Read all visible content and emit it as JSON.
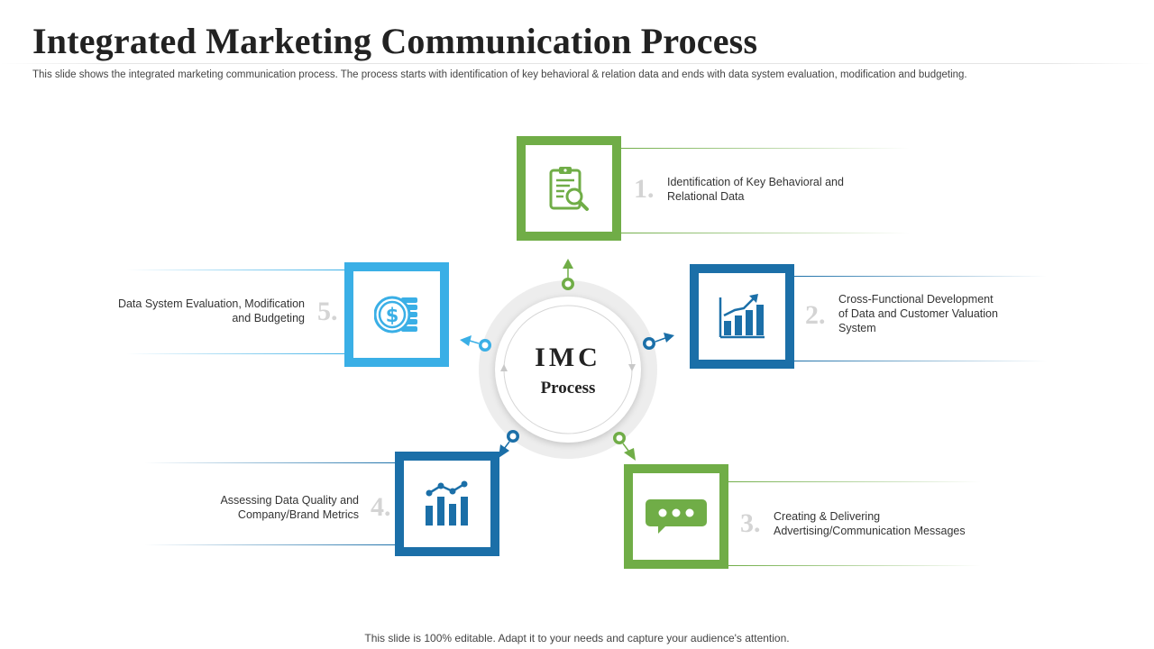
{
  "header": {
    "title": "Integrated Marketing Communication Process",
    "subtitle": "This slide shows the integrated marketing communication process. The process starts with identification of key  behavioral & relation data and ends with data system evaluation, modification and budgeting."
  },
  "center": {
    "title": "IMC",
    "subtitle": "Process"
  },
  "steps": [
    {
      "number": "1.",
      "label_line1": "Identification  of Key Behavioral  and",
      "label_line2": "Relational  Data",
      "label_line3": "",
      "icon": "clipboard-search-icon",
      "color": "#70ad47"
    },
    {
      "number": "2.",
      "label_line1": "Cross-Functional  Development",
      "label_line2": "of Data and Customer Valuation",
      "label_line3": "System",
      "icon": "bar-chart-growth-icon",
      "color": "#1b6fa8"
    },
    {
      "number": "3.",
      "label_line1": "Creating  & Delivering",
      "label_line2": "Advertising/Communication  Messages",
      "label_line3": "",
      "icon": "chat-message-icon",
      "color": "#70ad47"
    },
    {
      "number": "4.",
      "label_line1": "Assessing Data Quality and",
      "label_line2": "Company/Brand Metrics",
      "label_line3": "",
      "icon": "analytics-chart-icon",
      "color": "#1b6fa8"
    },
    {
      "number": "5.",
      "label_line1": "Data System Evaluation,  Modification",
      "label_line2": "and Budgeting",
      "label_line3": "",
      "icon": "dollar-coins-icon",
      "color": "#3aafe6"
    }
  ],
  "footer": {
    "text": "This slide is 100% editable. Adapt it to your needs and capture your audience's attention."
  }
}
